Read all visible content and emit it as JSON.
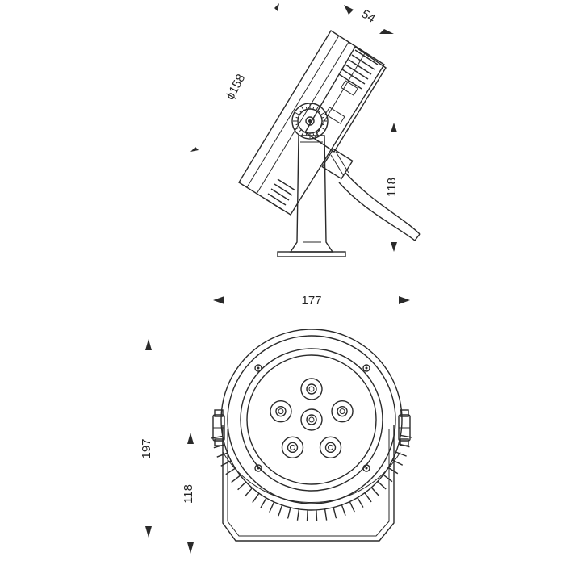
{
  "dimensions": {
    "side_view": {
      "diameter": "ϕ158",
      "depth": "54",
      "height": "118"
    },
    "front_view": {
      "width": "177",
      "total_height": "197",
      "bracket_height": "118"
    }
  },
  "colors": {
    "line": "#2a2a2a",
    "background": "#ffffff"
  }
}
